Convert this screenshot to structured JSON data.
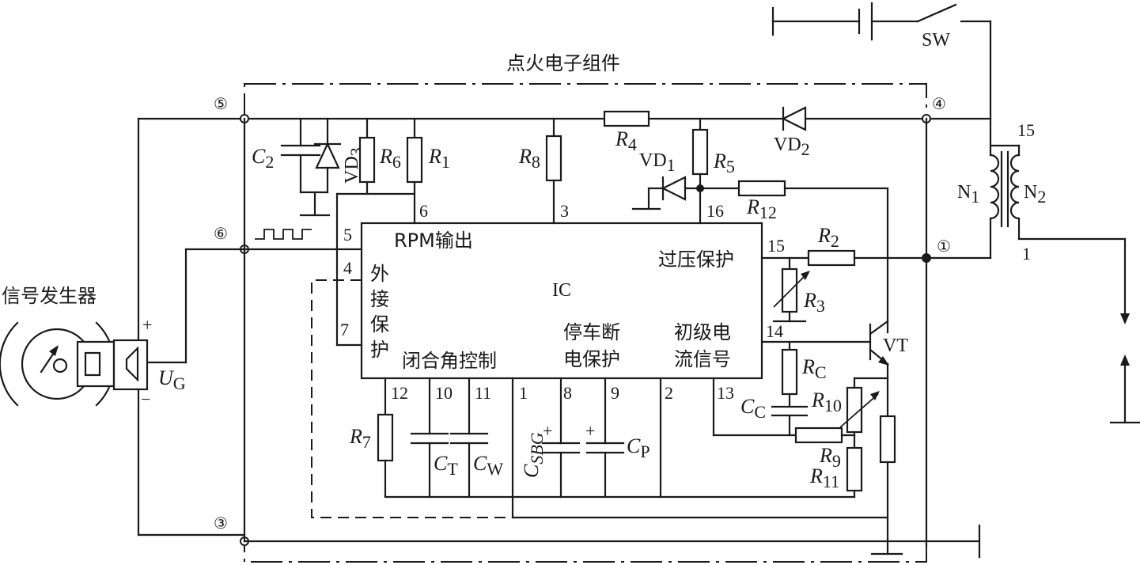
{
  "title": "点火电子组件",
  "ic": {
    "label": "IC",
    "rpm": "RPM输出",
    "ext": [
      "外",
      "接",
      "保",
      "护"
    ],
    "dwell": "闭合角控制",
    "stall": [
      "停车断",
      "电保护"
    ],
    "ovp": "过压保护",
    "prim": [
      "初级电",
      "流信号"
    ]
  },
  "pins": {
    "p6": "6",
    "p3": "3",
    "p16": "16",
    "p5": "5",
    "p4": "4",
    "p7": "7",
    "p15": "15",
    "p14": "14",
    "p12": "12",
    "p10": "10",
    "p11": "11",
    "p1": "1",
    "p8": "8",
    "p9": "9",
    "p2": "2",
    "p13": "13"
  },
  "terminals": {
    "t5": "⑤",
    "t6": "⑥",
    "t3": "③",
    "t4": "④",
    "t1": "①"
  },
  "components": {
    "C2": "C",
    "C2s": "2",
    "VD3": "VD",
    "VD3s": "3",
    "R6": "R",
    "R6s": "6",
    "R1": "R",
    "R1s": "1",
    "R8": "R",
    "R8s": "8",
    "R4": "R",
    "R4s": "4",
    "VD1": "VD",
    "VD1s": "1",
    "R5": "R",
    "R5s": "5",
    "VD2": "VD",
    "VD2s": "2",
    "R12": "R",
    "R12s": "12",
    "R2": "R",
    "R2s": "2",
    "R3": "R",
    "R3s": "3",
    "VT": "VT",
    "RC": "R",
    "RCs": "C",
    "CC": "C",
    "CCs": "C",
    "R10": "R",
    "R10s": "10",
    "R9": "R",
    "R9s": "9",
    "R11": "R",
    "R11s": "11",
    "R7": "R",
    "R7s": "7",
    "CT": "C",
    "CTs": "T",
    "CW": "C",
    "CWs": "W",
    "CSBG": "C",
    "CSBGs": "SBG",
    "CP": "C",
    "CPs": "P"
  },
  "coil": {
    "n1": "N",
    "n1s": "1",
    "n2": "N",
    "n2s": "2",
    "t15": "15",
    "t1": "1"
  },
  "sw": "SW",
  "generator": {
    "label": "信号发生器",
    "ug": "U",
    "ugs": "G",
    "plus": "+",
    "minus": "−"
  }
}
